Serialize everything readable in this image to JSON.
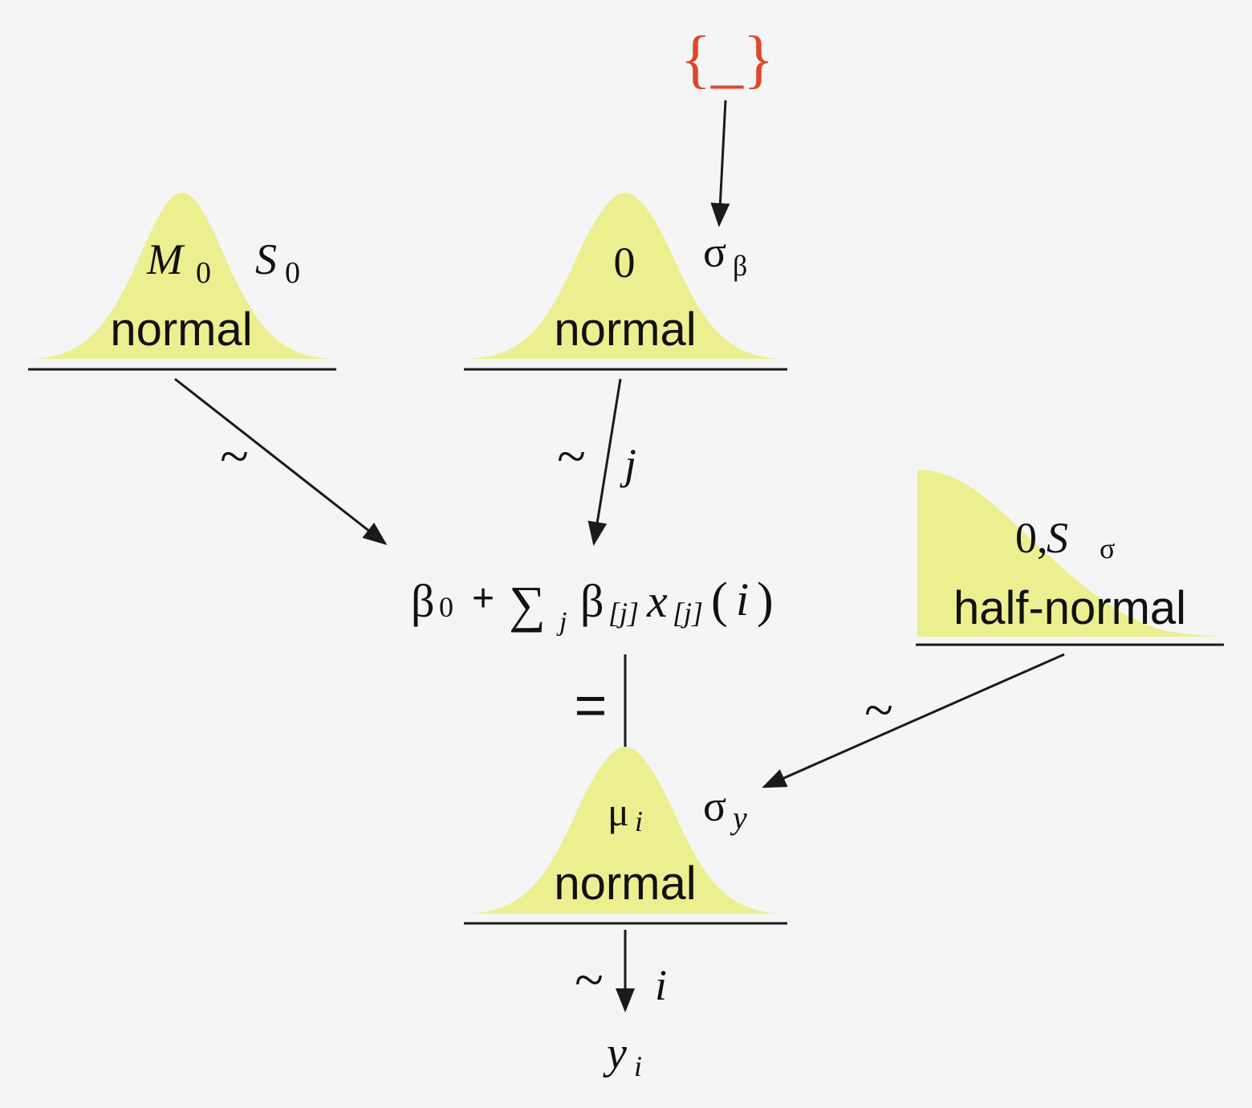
{
  "nodes": {
    "intercept_prior": {
      "dist_label": "normal",
      "param1_sym": "M",
      "param1_sub": "0",
      "param2_sym": "S",
      "param2_sub": "0"
    },
    "slope_prior": {
      "dist_label": "normal",
      "param1": "0",
      "param2_sym": "σ",
      "param2_sub": "β"
    },
    "sigma_prior": {
      "dist_label": "half-normal",
      "param1": "0,",
      "param2_sym": "S",
      "param2_sub": "σ"
    },
    "likelihood": {
      "dist_label": "normal",
      "param1_sym": "μ",
      "param1_sub": "i",
      "param2_sym": "σ",
      "param2_sub": "y"
    },
    "placeholder": "{_}",
    "linear_predictor": {
      "beta": "β",
      "beta_sub": "0",
      "plus": "+",
      "sum": "∑",
      "sum_sub": "j",
      "beta_j": "β",
      "beta_j_sub": "[j]",
      "x": "x",
      "x_sub": "[j]",
      "arg_open": "(",
      "arg": "i",
      "arg_close": ")"
    },
    "outcome": {
      "sym": "y",
      "sub": "i"
    }
  },
  "edges": {
    "intercept_tilde": "~",
    "slope_tilde": "~",
    "slope_index": "j",
    "equals": "=",
    "sigma_tilde": "~",
    "outcome_tilde": "~",
    "outcome_index": "i"
  }
}
